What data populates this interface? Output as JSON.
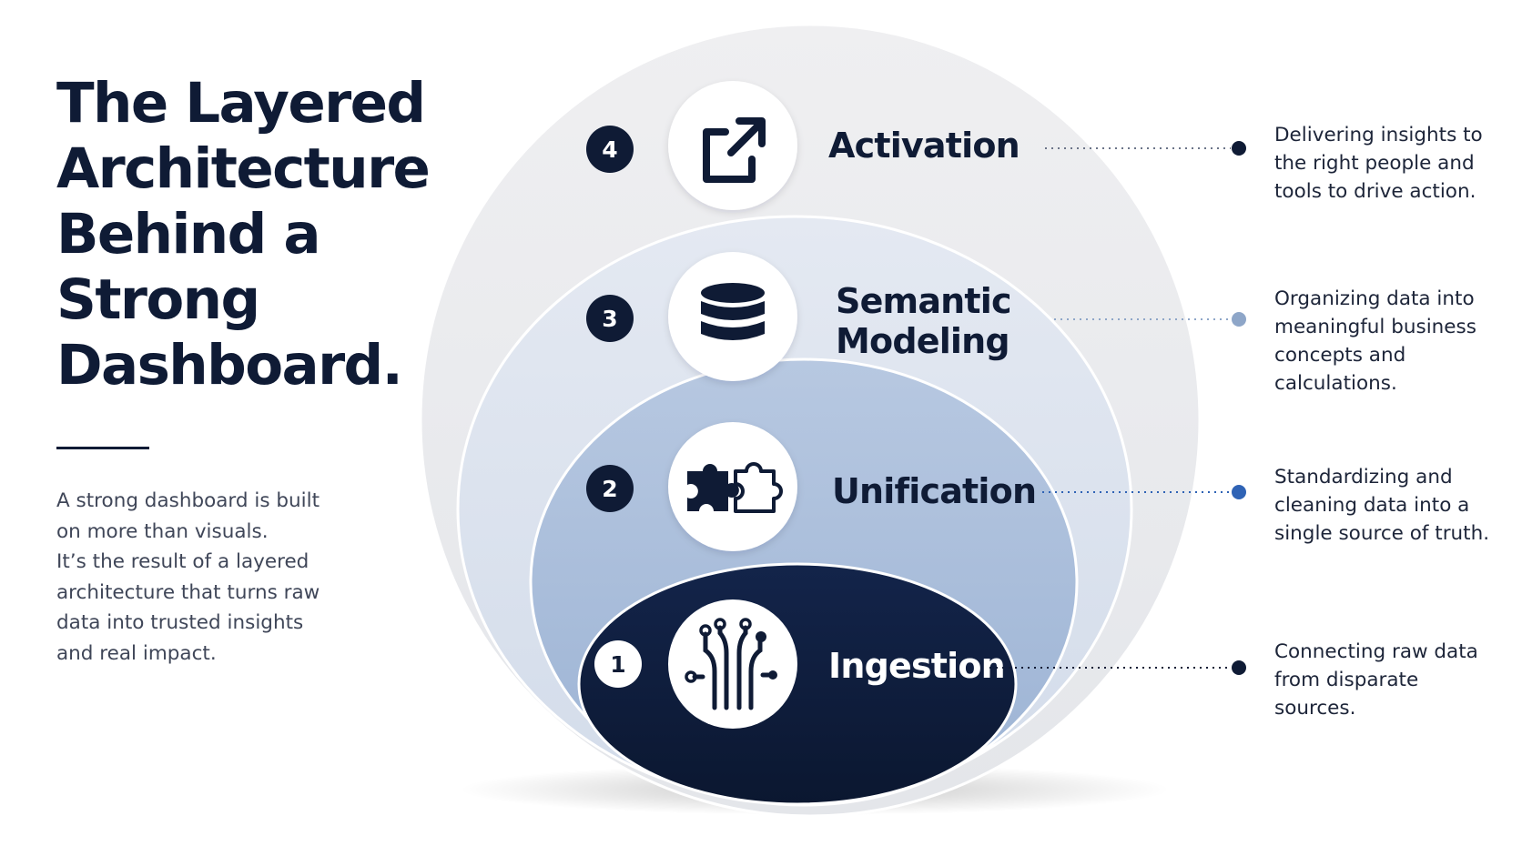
{
  "title_lines": [
    "The Layered",
    "Architecture",
    "Behind a",
    "Strong",
    "Dashboard."
  ],
  "intro_lines": [
    "A strong dashboard is built",
    "on more than visuals.",
    "It’s the result of a layered",
    "architecture that turns raw",
    "data into trusted insights",
    "and real impact."
  ],
  "colors": {
    "navy": "#0f1b35",
    "layer4_fill": "#e8eaee",
    "layer3_fill": "#dae2ef",
    "layer2_fill": "#a8bcd9",
    "layer1_fill": "#0f1d3a",
    "dot_light_blue": "#8ea6c8",
    "dot_blue": "#2f63b5"
  },
  "layers": [
    {
      "number": "4",
      "label_lines": [
        "Activation"
      ],
      "icon": "external-link-icon",
      "description_lines": [
        "Delivering insights to",
        "the right people and",
        "tools to drive action."
      ],
      "dot_color": "#0f1b35"
    },
    {
      "number": "3",
      "label_lines": [
        "Semantic",
        "Modeling"
      ],
      "icon": "database-icon",
      "description_lines": [
        "Organizing data into",
        "meaningful business",
        "concepts and",
        "calculations."
      ],
      "dot_color": "#8ea6c8"
    },
    {
      "number": "2",
      "label_lines": [
        "Unification"
      ],
      "icon": "puzzle-pieces-icon",
      "description_lines": [
        "Standardizing and",
        "cleaning data into a",
        "single source of truth."
      ],
      "dot_color": "#2f63b5"
    },
    {
      "number": "1",
      "label_lines": [
        "Ingestion"
      ],
      "icon": "data-pipelines-icon",
      "description_lines": [
        "Connecting raw data",
        "from disparate",
        "sources."
      ],
      "dot_color": "#0f1b35"
    }
  ]
}
